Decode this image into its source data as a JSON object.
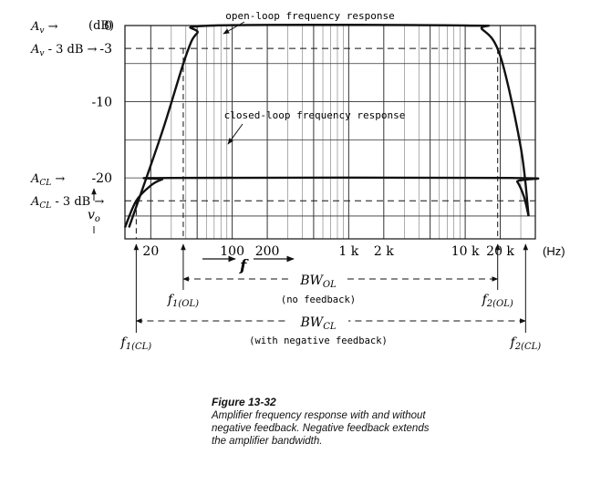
{
  "chart_data": {
    "type": "line",
    "x_scale": "log",
    "xlim": [
      12,
      40000
    ],
    "ylim": [
      -28,
      0
    ],
    "grid": true,
    "x_unit": "(Hz)",
    "y_unit": "(dB)",
    "x_ticks": [
      {
        "v": 20,
        "label": "20"
      },
      {
        "v": 100,
        "label": "100"
      },
      {
        "v": 200,
        "label": "200"
      },
      {
        "v": 1000,
        "label": "1 k"
      },
      {
        "v": 2000,
        "label": "2 k"
      },
      {
        "v": 10000,
        "label": "10 k"
      },
      {
        "v": 20000,
        "label": "20 k"
      }
    ],
    "y_ticks": [
      {
        "v": 0,
        "label": "0"
      },
      {
        "v": -3,
        "label": "-3"
      },
      {
        "v": -10,
        "label": "-10"
      },
      {
        "v": -20,
        "label": "-20"
      }
    ],
    "y_side_labels": [
      {
        "v": 0,
        "label": "A_v →"
      },
      {
        "v": -3,
        "label": "A_v - 3 dB →"
      },
      {
        "v": -20,
        "label": "A_CL →"
      },
      {
        "v": -23,
        "label": "A_CL - 3 dB →"
      }
    ],
    "vo_label": "v_o",
    "series": [
      {
        "name": "open-loop frequency response",
        "points": [
          [
            13,
            -26.5
          ],
          [
            25,
            -14
          ],
          [
            40,
            -4
          ],
          [
            50,
            -1
          ],
          [
            70,
            0
          ],
          [
            10000,
            0
          ],
          [
            14000,
            -0.5
          ],
          [
            20000,
            -4
          ],
          [
            30000,
            -16
          ],
          [
            35000,
            -25
          ]
        ]
      },
      {
        "name": "closed-loop frequency response",
        "points": [
          [
            12,
            -26.5
          ],
          [
            15,
            -23
          ],
          [
            20,
            -21
          ],
          [
            25,
            -20.2
          ],
          [
            30,
            -20
          ],
          [
            25000,
            -20
          ],
          [
            28000,
            -20.5
          ],
          [
            32000,
            -22.5
          ],
          [
            35000,
            -25
          ]
        ]
      }
    ],
    "markers": [
      {
        "name": "f_1(OL)",
        "x": 38
      },
      {
        "name": "f_2(OL)",
        "x": 19000
      },
      {
        "name": "f_1(CL)",
        "x": 15
      },
      {
        "name": "f_2(CL)",
        "x": 33000
      }
    ],
    "f_axis_label": "f",
    "bw_ol": {
      "label": "BW_OL",
      "note": "(no feedback)"
    },
    "bw_cl": {
      "label": "BW_CL",
      "note": "(with negative feedback)"
    }
  },
  "caption": {
    "title": "Figure   13-32",
    "text": "Amplifier frequency response with and without negative feedback. Negative feedback extends the amplifier bandwidth."
  }
}
